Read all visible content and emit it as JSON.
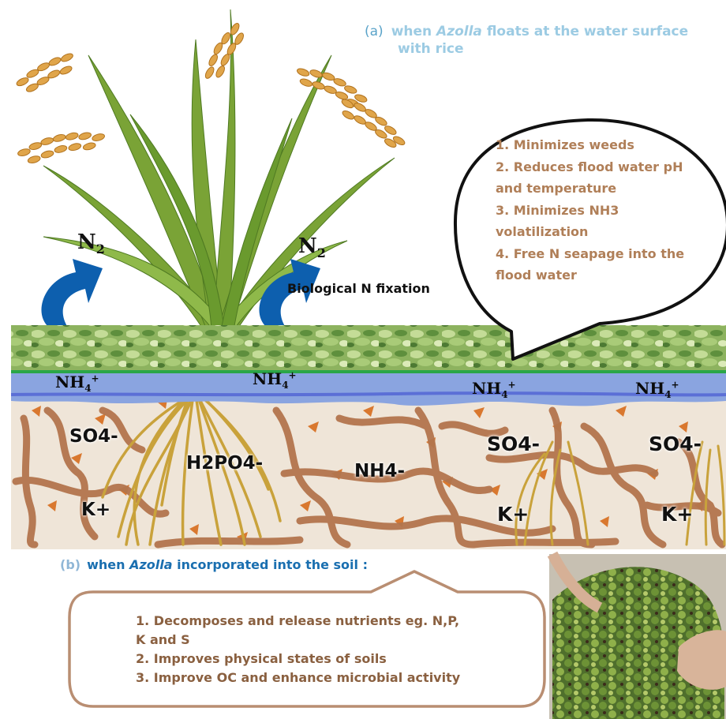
{
  "caption_a": {
    "marker": "(a)",
    "before": "when ",
    "italic": "Azolla",
    "after": " floats at the water surface",
    "line2": "with rice"
  },
  "n2_left": {
    "main": "N",
    "sub": "2"
  },
  "n2_right": {
    "main": "N",
    "sub": "2"
  },
  "bio_label": "Biological N fixation",
  "speech_bubble_items": [
    "1. Minimizes weeds",
    "2. Reduces flood water pH",
    "and temperature",
    "3. Minimizes NH3",
    "volatilization",
    "4. Free N seapage into the",
    "flood water"
  ],
  "nh4_label": {
    "main": "NH",
    "sub": "4",
    "sup": "+"
  },
  "ions": {
    "so4_left": "SO4-",
    "h2po4": "H2PO4-",
    "nh4_minus": "NH4-",
    "so4_mid": "SO4-",
    "so4_right": "SO4-",
    "k_left": "K+",
    "k_mid": "K+",
    "k_right": "K+"
  },
  "caption_b": {
    "marker": "(b)",
    "before": "when ",
    "italic": "Azolla",
    "after": " incorporated into the soil :"
  },
  "box_items": [
    "1. Decomposes and release nutrients eg. N,P,",
    "K and  S",
    "2. Improves physical states of soils",
    "3. Improve OC and enhance microbial activity"
  ],
  "colors": {
    "caption_a": "#9ccbe3",
    "caption_b": "#1a6fb0",
    "bubble_text": "#b07f58",
    "box_text": "#8a6040",
    "box_border": "#b98e72",
    "soil": "#efe5d8",
    "root_brown": "#b3754d",
    "rice_root": "#c9a23b",
    "water_blue": "#8aa4e0",
    "grain": "#e0a54a",
    "leaf": "#7aa336",
    "arrow": "#0d5fae"
  }
}
